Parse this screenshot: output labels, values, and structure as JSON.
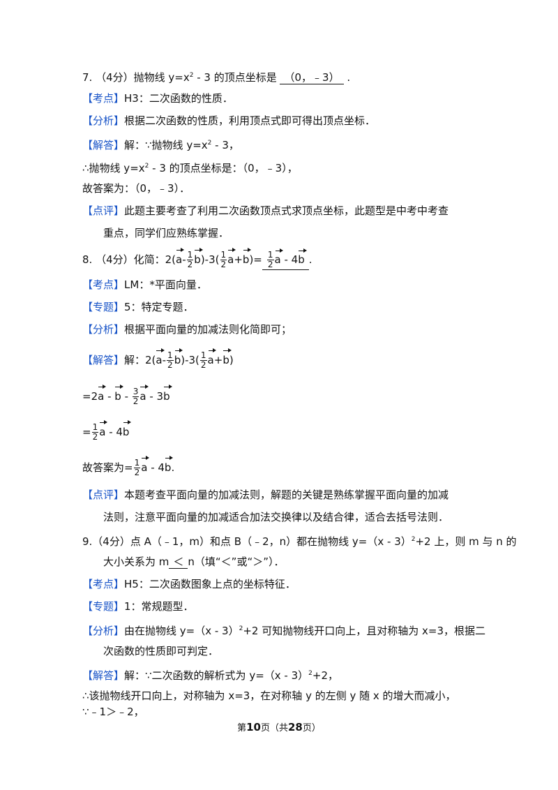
{
  "q7": {
    "stem": "7. （4分）抛物线 y=x² - 3 的顶点坐标是",
    "answer": "（0，﹣3）",
    "end": ".",
    "kaodian_tag": "【考点】",
    "kaodian": "H3：二次函数的性质．",
    "fenxi_tag": "【分析】",
    "fenxi": "根据二次函数的性质，利用顶点式即可得出顶点坐标．",
    "jieda_tag": "【解答】",
    "jieda": "解：∵抛物线 y=x² - 3，",
    "step1": "∴抛物线 y=x² - 3 的顶点坐标是：（0，﹣3），",
    "step2": "故答案为：（0，﹣3）．",
    "dianping_tag": "【点评】",
    "dianping1": "此题主要考查了利用二次函数顶点式求顶点坐标，此题型是中考中考查",
    "dianping2": "重点，同学们应熟练掌握．"
  },
  "q8": {
    "stem": "8. （4分）化简：2(a - ½b)-3(½a+b)=",
    "answer": "½a - 4b",
    "kaodian_tag": "【考点】",
    "kaodian": "LM：*平面向量．",
    "zhuanti_tag": "【专题】",
    "zhuanti": "5：特定专题．",
    "fenxi_tag": "【分析】",
    "fenxi": "根据平面向量的加减法则化简即可；",
    "jieda_tag": "【解答】",
    "jieda": "解：2(a - ½b)-3(½a+b)",
    "step1": "=2a - b - 3/2a - 3b",
    "step2": "=½a - 4b",
    "step3": "故答案为=½a - 4b.",
    "dianping_tag": "【点评】",
    "dianping1": "本题考查平面向量的加减法则，解题的关键是熟练掌握平面向量的加减",
    "dianping2": "法则，注意平面向量的加减适合加法交换律以及结合律，适合去括号法则．"
  },
  "q9": {
    "stem1": "9.（4分）点 A（﹣1，m）和点 B（﹣2，n）都在抛物线 y=（x - 3）²+2 上，则 m 与 n 的",
    "stem2a": "大小关系为 m",
    "answer": "＜",
    "stem2b": "n（填“＜”或“＞”）．",
    "kaodian_tag": "【考点】",
    "kaodian": "H5：二次函数图象上点的坐标特征．",
    "zhuanti_tag": "【专题】",
    "zhuanti": "1：常规题型．",
    "fenxi_tag": "【分析】",
    "fenxi1": "由在抛物线 y=（x - 3）²+2 可知抛物线开口向上，且对称轴为 x=3，根据二",
    "fenxi2": "次函数的性质即可判定．",
    "jieda_tag": "【解答】",
    "jieda": "解：∵二次函数的解析式为 y=（x - 3）²+2，",
    "step1": "∴该抛物线开口向上，对称轴为 x=3，在对称轴 y 的左侧 y 随 x 的增大而减小，",
    "step2": "∵﹣1＞﹣2，"
  },
  "footer": {
    "pre": "第",
    "page": "10",
    "mid": "页（共",
    "total": "28",
    "post": "页）"
  }
}
